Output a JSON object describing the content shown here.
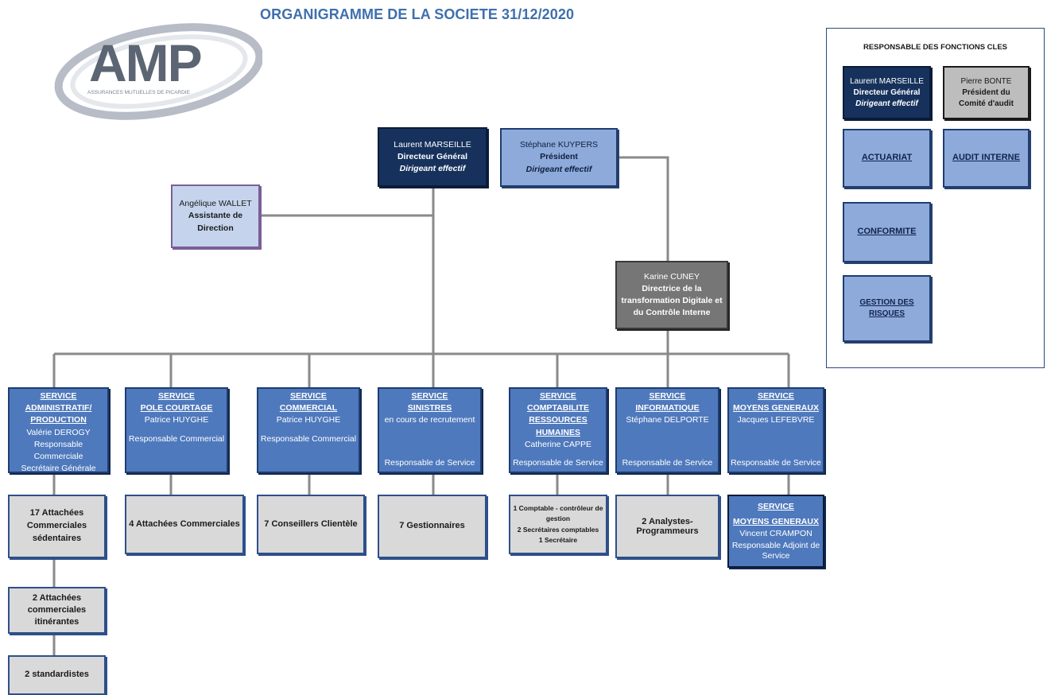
{
  "title": "ORGANIGRAMME DE LA SOCIETE 31/12/2020",
  "logo": {
    "text": "AMP",
    "tagline": "ASSURANCES MUTUELLES DE PICARDIE"
  },
  "top": {
    "dg": {
      "name": "Laurent MARSEILLE",
      "role": "Directeur Général",
      "role2": "Dirigeant effectif"
    },
    "president": {
      "name": "Stéphane KUYPERS",
      "role": "Président",
      "role2": "Dirigeant effectif"
    },
    "assistant": {
      "name": "Angélique WALLET",
      "role": "Assistante de Direction"
    },
    "cuney": {
      "name": "Karine CUNEY",
      "role": "Directrice de la transformation Digitale et du Contrôle Interne"
    }
  },
  "services": [
    {
      "title1": "SERVICE ADMINISTRATIF/",
      "title2": "PRODUCTION",
      "name": "Valérie DEROGY",
      "role1": "Responsable Commerciale",
      "role2": "Secrétaire Générale"
    },
    {
      "title1": "SERVICE",
      "title2": "POLE COURTAGE",
      "name": "Patrice HUYGHE",
      "role1": "Responsable Commercial"
    },
    {
      "title1": "SERVICE",
      "title2": "COMMERCIAL",
      "name": "Patrice HUYGHE",
      "role1": "Responsable Commercial"
    },
    {
      "title1": "SERVICE",
      "title2": "SINISTRES",
      "name": "en cours de recrutement",
      "role1": "Responsable de Service"
    },
    {
      "title1": "SERVICE COMPTABILITE",
      "title2": "RESSOURCES HUMAINES",
      "name": "Catherine CAPPE",
      "role1": "Responsable de Service"
    },
    {
      "title1": "SERVICE",
      "title2": "INFORMATIQUE",
      "name": "Stéphane DELPORTE",
      "role1": "Responsable de Service"
    },
    {
      "title1": "SERVICE",
      "title2": "MOYENS GENERAUX",
      "name": "Jacques LEFEBVRE",
      "role1": "Responsable de Service"
    }
  ],
  "teams": {
    "admin": [
      "17 Attachées Commerciales sédentaires",
      "2 Attachées commerciales itinérantes",
      "2 standardistes"
    ],
    "courtage": "4 Attachées Commerciales",
    "commercial": "7 Conseillers Clientèle",
    "sinistres": "7 Gestionnaires",
    "compta": [
      "1 Comptable - contrôleur de gestion",
      "2 Secrétaires comptables",
      "1 Secrétaire"
    ],
    "info": "2 Analystes-Programmeurs",
    "mg_adjoint": {
      "title1": "SERVICE",
      "title2": "MOYENS GENERAUX",
      "name": "Vincent CRAMPON",
      "role": "Responsable Adjoint de Service"
    }
  },
  "key_functions": {
    "title": "RESPONSABLE DES FONCTIONS CLES",
    "dg": {
      "name": "Laurent MARSEILLE",
      "role": "Directeur Général",
      "role2": "Dirigeant effectif"
    },
    "audit_head": {
      "name": "Pierre BONTE",
      "role": "Président du Comité d'audit"
    },
    "functions": [
      "ACTUARIAT",
      "AUDIT INTERNE",
      "CONFORMITE",
      "GESTION DES RISQUES"
    ]
  },
  "colors": {
    "navy": "#16325c",
    "light_blue": "#8eaadb",
    "service_blue": "#4f79bd",
    "grey": "#767676",
    "team_grey": "#d9d9d9",
    "title_blue": "#3f6fae"
  }
}
